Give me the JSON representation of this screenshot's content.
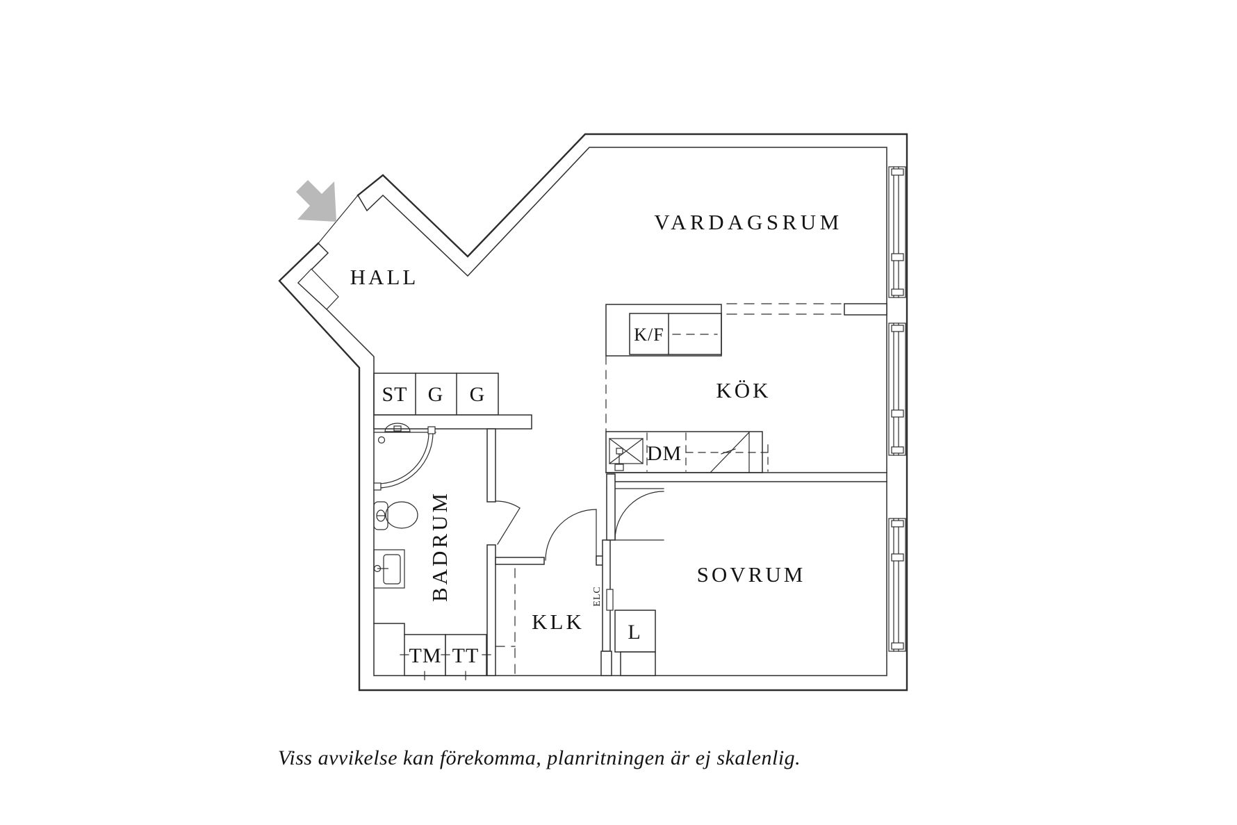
{
  "plan": {
    "line_color": "#2d2d2d",
    "entrance_arrow_color": "#b9b9b9",
    "rooms": {
      "hall": "HALL",
      "vardagsrum": "VARDAGSRUM",
      "kok": "KÖK",
      "badrum": "BADRUM",
      "sovrum": "SOVRUM",
      "klk": "KLK"
    },
    "closets": {
      "st": "ST",
      "g1": "G",
      "g2": "G"
    },
    "fixtures": {
      "kf": "K/F",
      "dm": "DM",
      "l": "L",
      "elc": "ELC"
    },
    "appliances": {
      "tm": "TM",
      "tt": "TT"
    }
  },
  "caption": "Viss avvikelse kan förekomma, planritningen är ej skalenlig."
}
